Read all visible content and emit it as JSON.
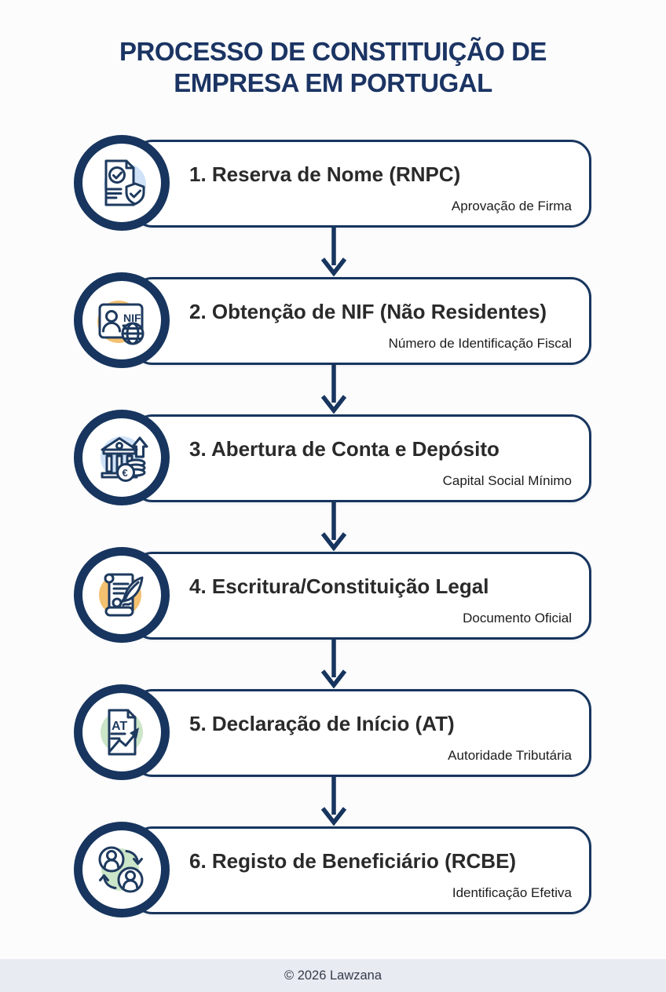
{
  "header": {
    "title_line1": "PROCESSO DE CONSTITUIÇÃO DE",
    "title_line2": "EMPRESA EM PORTUGAL"
  },
  "steps": [
    {
      "title": "1. Reserva de Nome (RNPC)",
      "subtitle": "Aprovação de Firma",
      "icon": "document-shield-check-icon",
      "icon_bg": "#cfe2f7"
    },
    {
      "title": "2. Obtenção de NIF (Não Residentes)",
      "subtitle": "Número de Identificação Fiscal",
      "icon": "nif-id-card-globe-icon",
      "icon_label": "NIF",
      "icon_bg": "#f4c171"
    },
    {
      "title": "3. Abertura de Conta e Depósito",
      "subtitle": "Capital Social Mínimo",
      "icon": "bank-coins-growth-icon",
      "icon_label": "€",
      "icon_bg": "#cfe2f7"
    },
    {
      "title": "4. Escritura/Constituição Legal",
      "subtitle": "Documento Oficial",
      "icon": "scroll-quill-icon",
      "icon_bg": "#f4c171"
    },
    {
      "title": "5. Declaração de Início (AT)",
      "subtitle": "Autoridade Tributária",
      "icon": "at-document-growth-icon",
      "icon_label": "AT",
      "icon_bg": "#cbe5c8"
    },
    {
      "title": "6. Registo de Beneficiário (RCBE)",
      "subtitle": "Identificação Efetiva",
      "icon": "people-exchange-icon",
      "icon_bg": "#cbe5c8"
    }
  ],
  "footer": {
    "copyright": "© 2026 Lawzana"
  },
  "colors": {
    "navy": "#17355e",
    "title_navy": "#1b3463",
    "blob_blue": "#cfe2f7",
    "blob_orange": "#f4c171",
    "blob_green": "#cbe5c8",
    "footer_bg": "#e8ebf1"
  }
}
